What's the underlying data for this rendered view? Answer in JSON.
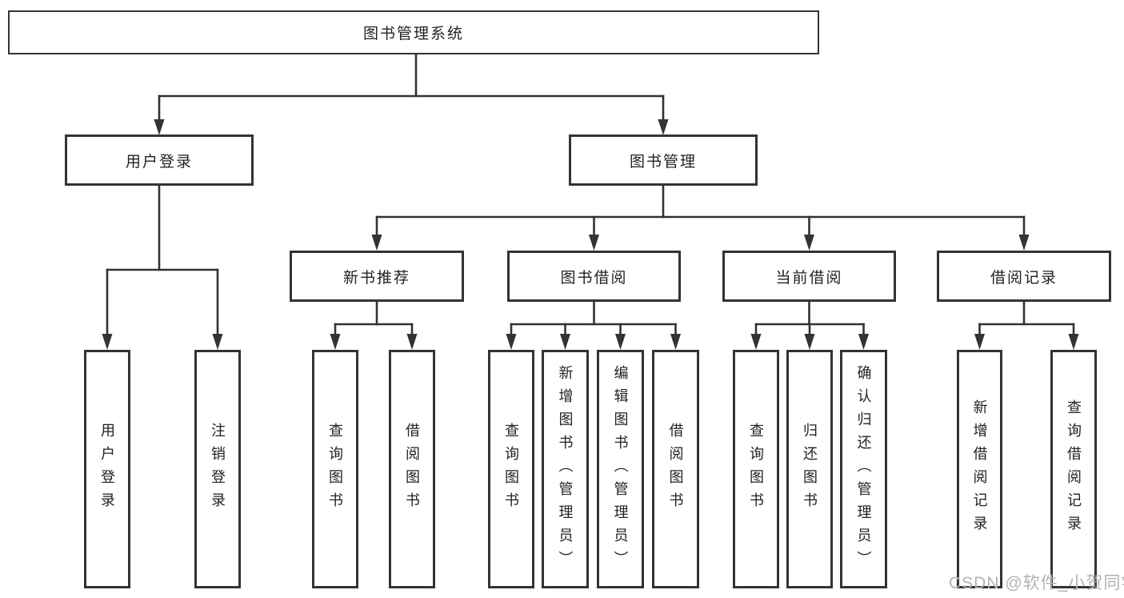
{
  "colors": {
    "line": "#333333",
    "box_border": "#333333",
    "box_background": "#ffffff",
    "text": "#222222",
    "watermark": "#b3b3b3"
  },
  "tree": {
    "root": {
      "label": "图书管理系统"
    },
    "branches": [
      {
        "label": "用户登录",
        "leaves": [
          {
            "label": "用户登录"
          },
          {
            "label": "注销登录"
          }
        ]
      },
      {
        "label": "图书管理",
        "groups": [
          {
            "label": "新书推荐",
            "leaves": [
              {
                "label": "查询图书"
              },
              {
                "label": "借阅图书"
              }
            ]
          },
          {
            "label": "图书借阅",
            "leaves": [
              {
                "label": "查询图书"
              },
              {
                "label": "新增图书（管理员）"
              },
              {
                "label": "编辑图书（管理员）"
              },
              {
                "label": "借阅图书"
              }
            ]
          },
          {
            "label": "当前借阅",
            "leaves": [
              {
                "label": "查询图书"
              },
              {
                "label": "归还图书"
              },
              {
                "label": "确认归还（管理员）"
              }
            ]
          },
          {
            "label": "借阅记录",
            "leaves": [
              {
                "label": "新增借阅记录"
              },
              {
                "label": "查询借阅记录"
              }
            ]
          }
        ]
      }
    ]
  },
  "watermark": {
    "text": "CSDN @软件_小贺同学"
  }
}
